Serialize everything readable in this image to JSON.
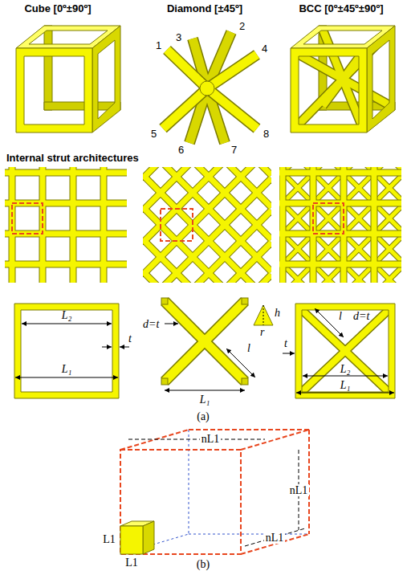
{
  "diagram": {
    "labels": [
      "Cube [0º±90º]",
      "Diamond [±45º]",
      "BCC [0º±45º±90º]",
      "1",
      "2",
      "3",
      "4",
      "5",
      "6",
      "7",
      "8",
      "Internal strut architectures",
      "L₂",
      "t",
      "L₁",
      "d=t",
      "l",
      "h",
      "r",
      "L₁",
      "t",
      "l",
      "d=t",
      "L₂",
      "L₁",
      "(a)",
      "nL1",
      "nL1",
      "nL1",
      "L1",
      "L1",
      "(b)"
    ]
  }
}
